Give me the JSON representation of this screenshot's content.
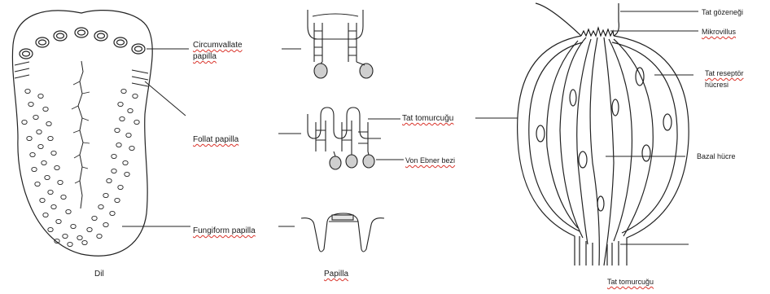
{
  "labels": {
    "circumvallate_line1": "Circumvallate",
    "circumvallate_line2": "papilla",
    "follat": "Follat  papilla",
    "fungiform": "Fungiform  papilla",
    "dil": "Dil",
    "papilla": "Papilla",
    "tat_tomurcugu_mid": "Tat tomurcuğu",
    "von_ebner": "Von Ebner bezi",
    "tat_gozenegi": "Tat gözeneği",
    "mikrovillus": "Mikrovillus",
    "tat_reseptor_line1": "Tat reseptör",
    "tat_reseptor_line2": "hücresi",
    "bazal_hucre": "Bazal hücre",
    "tat_tomurcugu_bottom": "Tat tomurcuğu"
  },
  "colors": {
    "ink": "#1a1a1a",
    "gland_fill": "#cfcfcf",
    "spellcheck_underline": "#d9342b"
  }
}
